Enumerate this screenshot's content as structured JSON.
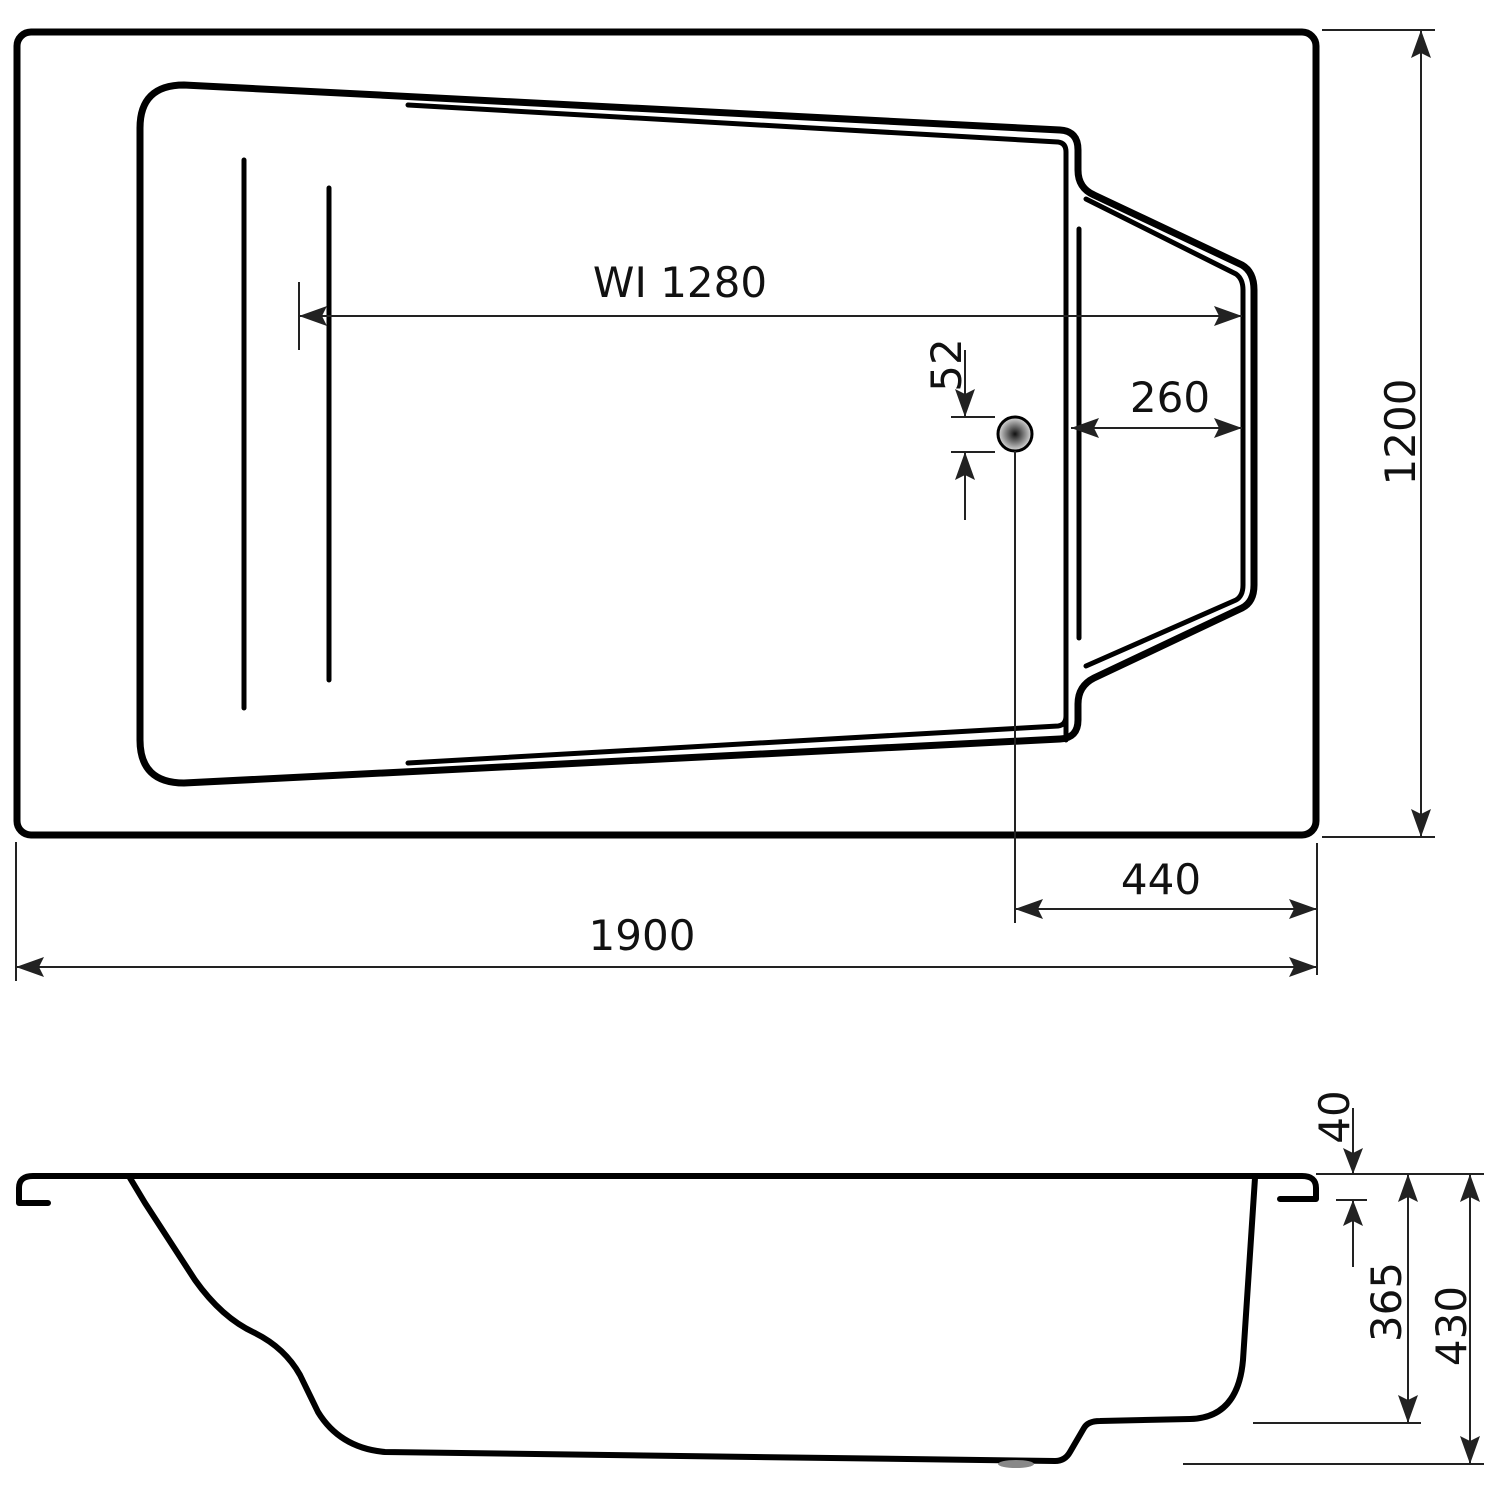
{
  "drawing": {
    "type": "bathtub technical drawing",
    "units": "mm",
    "colors": {
      "outline": "#000000",
      "dimension": "#222222",
      "background": "#ffffff"
    }
  },
  "top_view": {
    "dimensions": {
      "overall_length": "1900",
      "overall_width": "1200",
      "inner_width_label": "WI 1280",
      "drain_offset_x": "260",
      "drain_offset_y": "52",
      "drain_to_end": "440"
    },
    "drain_icon": "drain-circle"
  },
  "side_view": {
    "dimensions": {
      "rim_height": "40",
      "inner_depth": "365",
      "total_height": "430"
    }
  }
}
